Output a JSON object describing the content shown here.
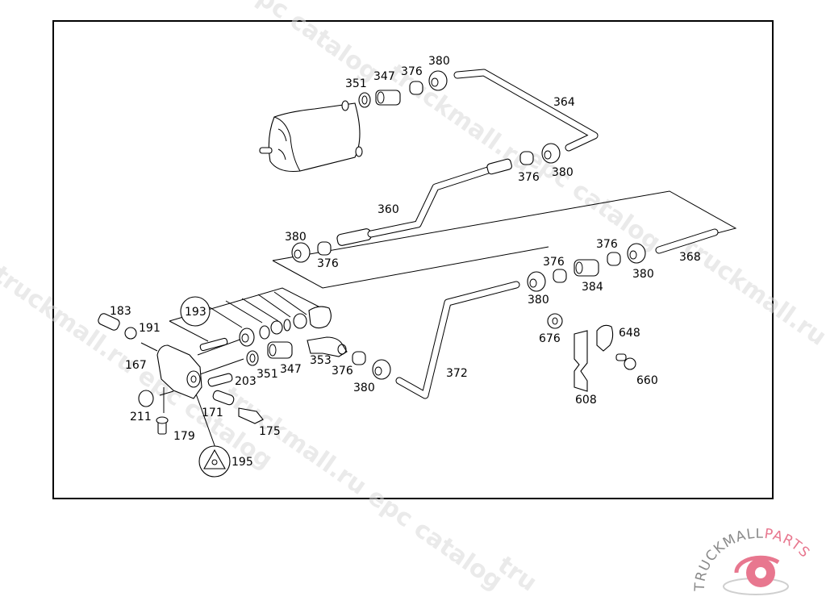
{
  "diagram": {
    "title": "Fuel filter and fuel lines exploded parts diagram",
    "labels": [
      {
        "id": "351",
        "text": "351"
      },
      {
        "id": "347",
        "text": "347"
      },
      {
        "id": "376a",
        "text": "376"
      },
      {
        "id": "380a",
        "text": "380"
      },
      {
        "id": "364",
        "text": "364"
      },
      {
        "id": "376b",
        "text": "376"
      },
      {
        "id": "380b",
        "text": "380"
      },
      {
        "id": "360",
        "text": "360"
      },
      {
        "id": "380c",
        "text": "380"
      },
      {
        "id": "376c",
        "text": "376"
      },
      {
        "id": "376d",
        "text": "376"
      },
      {
        "id": "368",
        "text": "368"
      },
      {
        "id": "376e",
        "text": "376"
      },
      {
        "id": "384",
        "text": "384"
      },
      {
        "id": "380d",
        "text": "380"
      },
      {
        "id": "380e",
        "text": "380"
      },
      {
        "id": "183",
        "text": "183"
      },
      {
        "id": "193",
        "text": "193"
      },
      {
        "id": "191",
        "text": "191"
      },
      {
        "id": "167",
        "text": "167"
      },
      {
        "id": "203",
        "text": "203"
      },
      {
        "id": "351b",
        "text": "351"
      },
      {
        "id": "347b",
        "text": "347"
      },
      {
        "id": "353",
        "text": "353"
      },
      {
        "id": "376f",
        "text": "376"
      },
      {
        "id": "380f",
        "text": "380"
      },
      {
        "id": "372",
        "text": "372"
      },
      {
        "id": "676",
        "text": "676"
      },
      {
        "id": "648",
        "text": "648"
      },
      {
        "id": "660",
        "text": "660"
      },
      {
        "id": "608",
        "text": "608"
      },
      {
        "id": "211",
        "text": "211"
      },
      {
        "id": "171",
        "text": "171"
      },
      {
        "id": "175",
        "text": "175"
      },
      {
        "id": "179",
        "text": "179"
      },
      {
        "id": "195",
        "text": "195"
      }
    ]
  },
  "watermarks": [
    "epc catalog",
    "truckmall.ru",
    "epc catalog",
    "truckmall.ru epc catalog",
    "truckmall.ru e",
    "truckmall.ru epc catalog",
    "tru"
  ],
  "logo": {
    "text_gray": "TRUCKMALL",
    "text_pink": "PARTS",
    "colors": {
      "pink": "#e8778f",
      "gray": "#8a8a8a",
      "light_gray": "#cfcfcf"
    }
  }
}
